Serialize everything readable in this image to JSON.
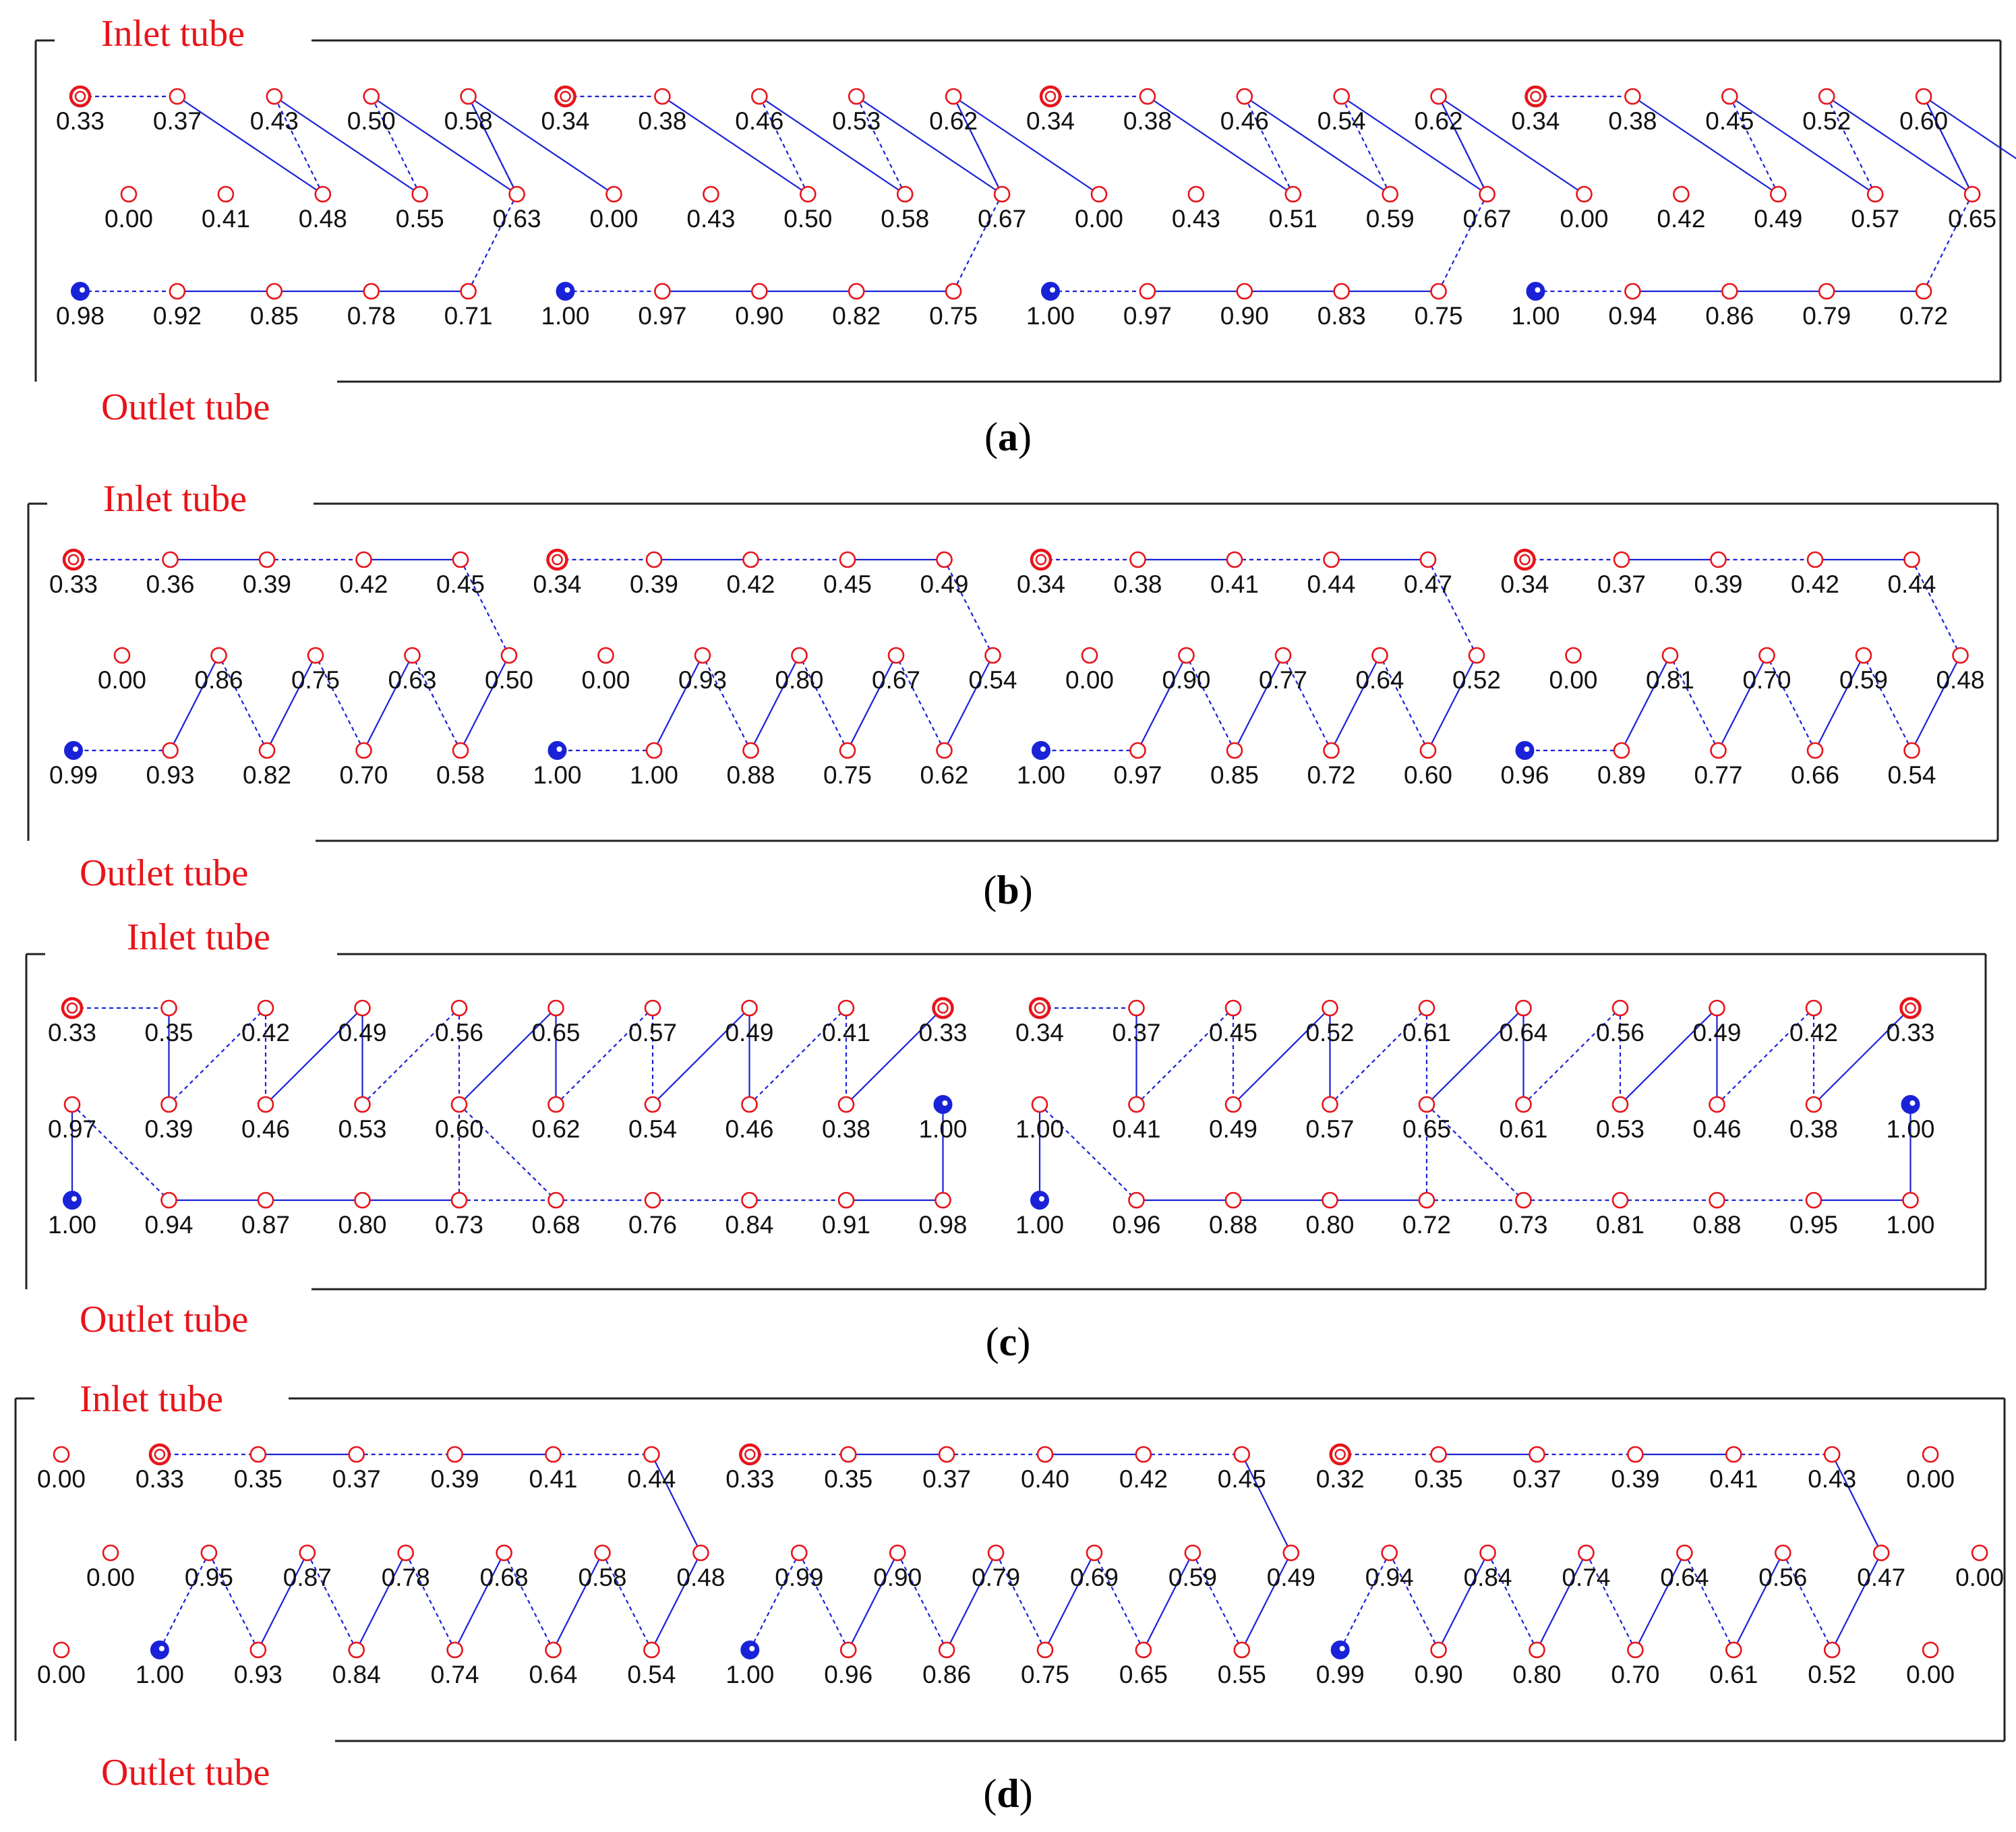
{
  "labels": {
    "inlet": "Inlet tube",
    "outlet": "Outlet tube"
  },
  "colors": {
    "node": "#e8141a",
    "inlet_node": "#e8141a",
    "outlet_node": "#1a22d8",
    "line": "#1a22d8",
    "frame": "#222222",
    "text": "#111111"
  },
  "panels": [
    {
      "id": "a",
      "caption_open": "(",
      "caption_letter": "a",
      "caption_close": ")",
      "rows": [
        [
          "0.33",
          "0.37",
          "0.43",
          "0.50",
          "0.58",
          "0.34",
          "0.38",
          "0.46",
          "0.53",
          "0.62",
          "0.34",
          "0.38",
          "0.46",
          "0.54",
          "0.62",
          "0.34",
          "0.38",
          "0.45",
          "0.52",
          "0.60"
        ],
        [
          "0.00",
          "0.41",
          "0.48",
          "0.55",
          "0.63",
          "0.00",
          "0.43",
          "0.50",
          "0.58",
          "0.67",
          "0.00",
          "0.43",
          "0.51",
          "0.59",
          "0.67",
          "0.00",
          "0.42",
          "0.49",
          "0.57",
          "0.65"
        ],
        [
          "0.98",
          "0.92",
          "0.85",
          "0.78",
          "0.71",
          "1.00",
          "0.97",
          "0.90",
          "0.82",
          "0.75",
          "1.00",
          "0.97",
          "0.90",
          "0.83",
          "0.75",
          "1.00",
          "0.94",
          "0.86",
          "0.79",
          "0.72"
        ]
      ]
    },
    {
      "id": "b",
      "caption_open": "(",
      "caption_letter": "b",
      "caption_close": ")",
      "rows": [
        [
          "0.33",
          "0.36",
          "0.39",
          "0.42",
          "0.45",
          "0.34",
          "0.39",
          "0.42",
          "0.45",
          "0.49",
          "0.34",
          "0.38",
          "0.41",
          "0.44",
          "0.47",
          "0.34",
          "0.37",
          "0.39",
          "0.42",
          "0.44"
        ],
        [
          "0.00",
          "0.86",
          "0.75",
          "0.63",
          "0.50",
          "0.00",
          "0.93",
          "0.80",
          "0.67",
          "0.54",
          "0.00",
          "0.90",
          "0.77",
          "0.64",
          "0.52",
          "0.00",
          "0.81",
          "0.70",
          "0.59",
          "0.48"
        ],
        [
          "0.99",
          "0.93",
          "0.82",
          "0.70",
          "0.58",
          "1.00",
          "1.00",
          "0.88",
          "0.75",
          "0.62",
          "1.00",
          "0.97",
          "0.85",
          "0.72",
          "0.60",
          "0.96",
          "0.89",
          "0.77",
          "0.66",
          "0.54"
        ]
      ]
    },
    {
      "id": "c",
      "caption_open": "(",
      "caption_letter": "c",
      "caption_close": ")",
      "rows": [
        [
          "0.33",
          "0.35",
          "0.42",
          "0.49",
          "0.56",
          "0.65",
          "0.57",
          "0.49",
          "0.41",
          "0.33",
          "0.34",
          "0.37",
          "0.45",
          "0.52",
          "0.61",
          "0.64",
          "0.56",
          "0.49",
          "0.42",
          "0.33"
        ],
        [
          "0.97",
          "0.39",
          "0.46",
          "0.53",
          "0.60",
          "0.62",
          "0.54",
          "0.46",
          "0.38",
          "1.00",
          "1.00",
          "0.41",
          "0.49",
          "0.57",
          "0.65",
          "0.61",
          "0.53",
          "0.46",
          "0.38",
          "1.00"
        ],
        [
          "1.00",
          "0.94",
          "0.87",
          "0.80",
          "0.73",
          "0.68",
          "0.76",
          "0.84",
          "0.91",
          "0.98",
          "1.00",
          "0.96",
          "0.88",
          "0.80",
          "0.72",
          "0.73",
          "0.81",
          "0.88",
          "0.95",
          "1.00"
        ]
      ]
    },
    {
      "id": "d",
      "caption_open": "(",
      "caption_letter": "d",
      "caption_close": ")",
      "rows": [
        [
          "0.00",
          "0.33",
          "0.35",
          "0.37",
          "0.39",
          "0.41",
          "0.44",
          "0.33",
          "0.35",
          "0.37",
          "0.40",
          "0.42",
          "0.45",
          "0.32",
          "0.35",
          "0.37",
          "0.39",
          "0.41",
          "0.43",
          "0.00"
        ],
        [
          "0.00",
          "0.95",
          "0.87",
          "0.78",
          "0.68",
          "0.58",
          "0.48",
          "0.99",
          "0.90",
          "0.79",
          "0.69",
          "0.59",
          "0.49",
          "0.94",
          "0.84",
          "0.74",
          "0.64",
          "0.56",
          "0.47",
          "0.00"
        ],
        [
          "0.00",
          "1.00",
          "0.93",
          "0.84",
          "0.74",
          "0.64",
          "0.54",
          "1.00",
          "0.96",
          "0.86",
          "0.75",
          "0.65",
          "0.55",
          "0.99",
          "0.90",
          "0.80",
          "0.70",
          "0.61",
          "0.52",
          "0.00"
        ]
      ]
    }
  ]
}
